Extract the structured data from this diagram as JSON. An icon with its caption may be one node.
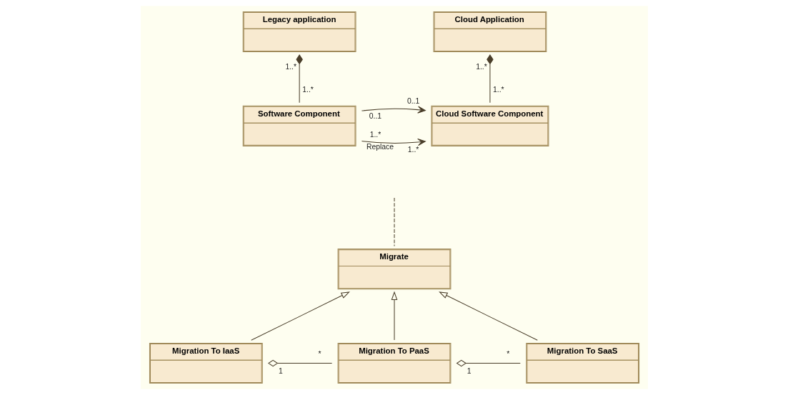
{
  "diagram": {
    "nodes": [
      {
        "text": [
          "Legacy application"
        ]
      },
      {
        "text": [
          "Cloud Application"
        ]
      },
      {
        "text": [
          "Software Component"
        ]
      },
      {
        "text": [
          "Cloud Software Component"
        ]
      },
      {
        "text": [
          "Migrate"
        ]
      },
      {
        "text": [
          "Migration To IaaS"
        ]
      },
      {
        "text": [
          "Migration To PaaS"
        ]
      },
      {
        "text": [
          "Migration To SaaS"
        ]
      }
    ],
    "edges": [
      {
        "from": 0,
        "to": 2,
        "arrow": "other"
      },
      {
        "from": 1,
        "to": 3,
        "arrow": "other"
      },
      {
        "from": 2,
        "to": 3,
        "arrow": "to",
        "label": "Replace"
      },
      {
        "from": 2,
        "to": 3,
        "arrow": "to"
      },
      {
        "from": 4,
        "to": null,
        "arrow": "none",
        "style": "dashed"
      },
      {
        "from": 5,
        "to": 4,
        "arrow": "to"
      },
      {
        "from": 6,
        "to": 4,
        "arrow": "to"
      },
      {
        "from": 7,
        "to": 4,
        "arrow": "to"
      },
      {
        "from": 5,
        "to": 6,
        "arrow": "other"
      },
      {
        "from": 6,
        "to": 7,
        "arrow": "other"
      }
    ],
    "labels": [
      "1..*",
      "1..*",
      "1..*",
      "1..*",
      "1..*",
      "1..*",
      "0..1",
      "0..1",
      "1",
      "*",
      "1",
      "*"
    ]
  }
}
